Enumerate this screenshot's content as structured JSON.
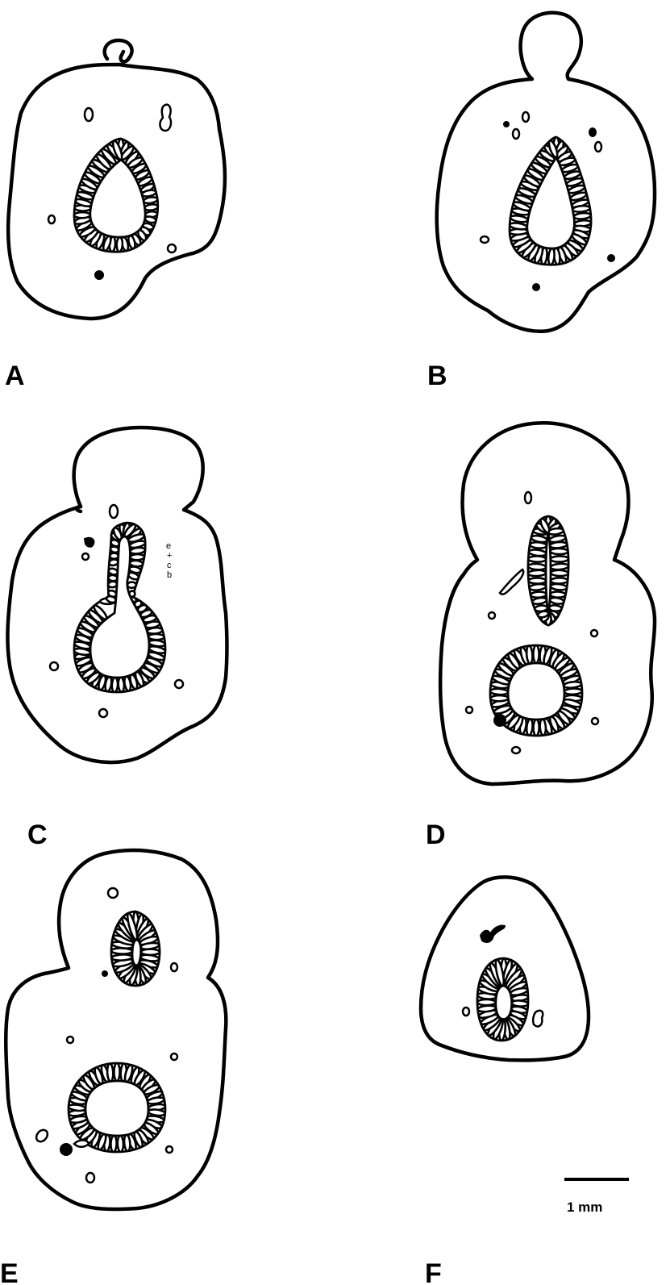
{
  "panels": [
    {
      "id": "A",
      "label": "A"
    },
    {
      "id": "B",
      "label": "B"
    },
    {
      "id": "C",
      "label": "C"
    },
    {
      "id": "D",
      "label": "D"
    },
    {
      "id": "E",
      "label": "E"
    },
    {
      "id": "F",
      "label": "F"
    }
  ],
  "scale_bar": {
    "label": "1 mm"
  },
  "annotation_c": {
    "lines": [
      "e",
      "+",
      "c",
      "b"
    ]
  }
}
